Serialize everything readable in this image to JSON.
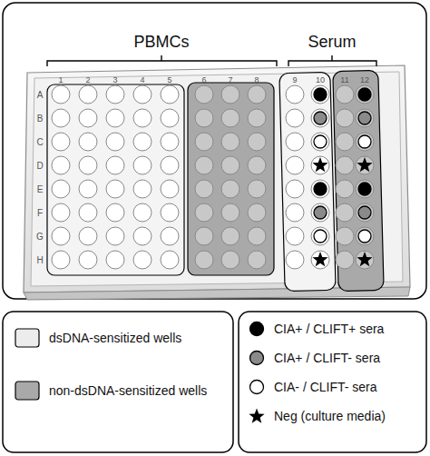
{
  "diagram": {
    "labels": [
      "PBMCs",
      "Serum",
      "1",
      "2",
      "3",
      "4",
      "5",
      "6",
      "7",
      "8",
      "9",
      "10",
      "11",
      "12",
      "A",
      "B",
      "C",
      "D",
      "E",
      "F",
      "G",
      "H"
    ],
    "legend": [
      {
        "text": "dsDNA-sensitized wells",
        "color": "#ececec"
      },
      {
        "text": "non-dsDNA-sensitized wells",
        "color": "#a9a9a9"
      },
      {
        "text": "CIA+ / CLIFT+ sera",
        "color": "#000000"
      },
      {
        "text": "CIA+ / CLIFT- sera",
        "color": "#8a8a8a"
      },
      {
        "text": "CIA- / CLIFT- sera",
        "color": "#ffffff"
      },
      {
        "text": "Neg (culture media)"
      }
    ]
  }
}
